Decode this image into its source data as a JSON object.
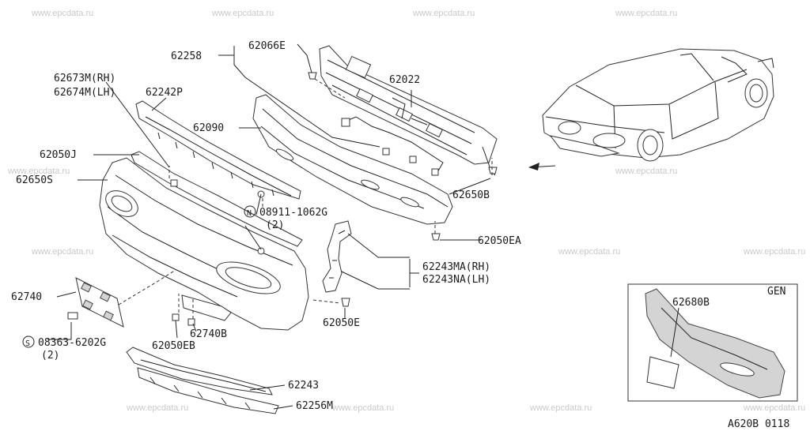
{
  "watermark": "www.epcdata.ru",
  "diagram_code": "A620B 0118",
  "inset_label": "GEN",
  "parts": {
    "p62066E": "62066E",
    "p62258": "62258",
    "p62022": "62022",
    "p62673M": "62673M(RH)",
    "p62674M": "62674M(LH)",
    "p62242P": "62242P",
    "p62090": "62090",
    "p62050J": "62050J",
    "p62650S": "62650S",
    "p62650B": "62650B",
    "p08911_code": "08911-1062G",
    "p08911_qty": "(2)",
    "p62050EA": "62050EA",
    "p62243MA": "62243MA(RH)",
    "p62243NA": "62243NA(LH)",
    "p62740": "62740",
    "p62050E": "62050E",
    "p62740B": "62740B",
    "p08363_code": "08363-6202G",
    "p08363_qty": "(2)",
    "p62050EB": "62050EB",
    "p62243": "62243",
    "p62256M": "62256M",
    "p62680B": "62680B"
  },
  "symbols": {
    "n": "N",
    "s": "S"
  }
}
